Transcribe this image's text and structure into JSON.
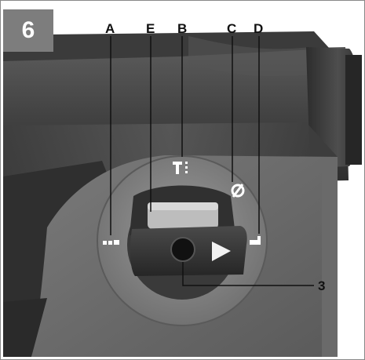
{
  "figure": {
    "step_number": "6",
    "callouts": {
      "a": "A",
      "e": "E",
      "b": "B",
      "c": "C",
      "d": "D",
      "three": "3"
    }
  },
  "icons": {
    "position_a": "chisel-dot-icon",
    "position_b": "hammer-drill-icon",
    "position_c": "rotation-stop-icon",
    "position_d": "chisel-icon",
    "selector_arrow": "play-arrow-icon",
    "lock_button": "release-button-icon"
  },
  "colors": {
    "badge": "#7d7d7d",
    "housing": "#3a3a3a",
    "ring": "#8a8a8a",
    "knob": "#2e2e2e"
  }
}
